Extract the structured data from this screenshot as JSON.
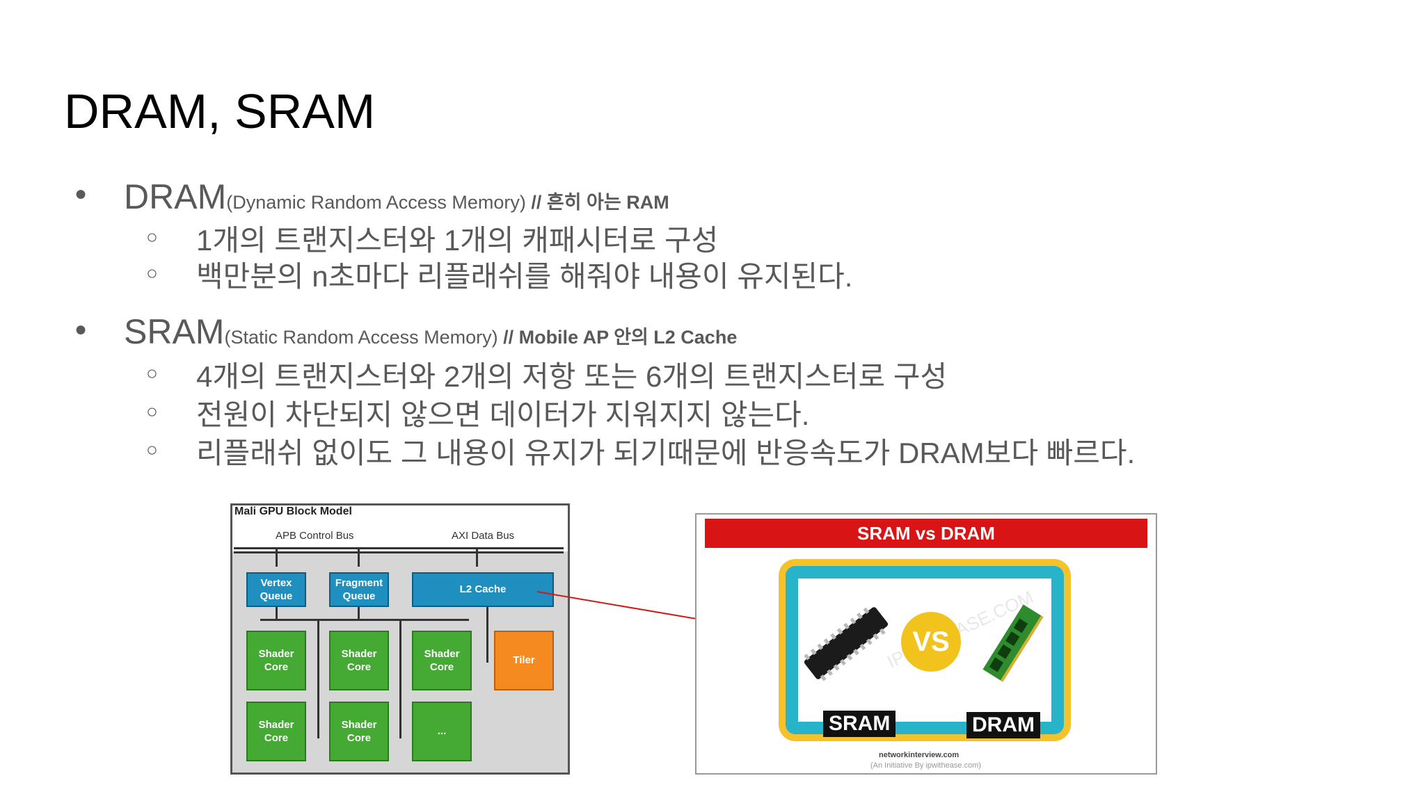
{
  "slide": {
    "title": "DRAM, SRAM",
    "sections": [
      {
        "bullet": "●",
        "main": "DRAM",
        "paren": "(Dynamic Random Access Memory)",
        "note": " // 흔히 아는 RAM",
        "sub": [
          {
            "bullet": "○",
            "text": "1개의 트랜지스터와 1개의 캐패시터로 구성"
          },
          {
            "bullet": "○",
            "text": "백만분의 n초마다 리플래쉬를 해줘야 내용이 유지된다."
          }
        ]
      },
      {
        "bullet": "●",
        "main": "SRAM",
        "paren": "(Static Random Access Memory)",
        "note": " // Mobile AP 안의 L2 Cache",
        "sub": [
          {
            "bullet": "○",
            "text": "4개의 트랜지스터와 2개의 저항 또는 6개의 트랜지스터로 구성"
          },
          {
            "bullet": "○",
            "text": "전원이 차단되지 않으면 데이터가 지워지지 않는다."
          },
          {
            "bullet": "○",
            "text": "리플래쉬 없이도 그 내용이 유지가 되기때문에 반응속도가 DRAM보다 빠르다."
          }
        ]
      }
    ]
  },
  "mali_diagram": {
    "title": "Mali GPU Block Model",
    "apb": "APB Control Bus",
    "axi": "AXI Data Bus",
    "vertex": "Vertex Queue",
    "fragment": "Fragment Queue",
    "l2": "L2 Cache",
    "shader": "Shader Core",
    "tiler": "Tiler",
    "more": "..."
  },
  "svd_image": {
    "banner": "SRAM vs DRAM",
    "vs": "VS",
    "sram_tag": "SRAM",
    "dram_tag": "DRAM",
    "site": "networkinterview.com",
    "credit": "(An Initiative By ipwithease.com)",
    "watermark": "IPWITHEASE.COM"
  },
  "colors": {
    "connector": "#d41818"
  }
}
